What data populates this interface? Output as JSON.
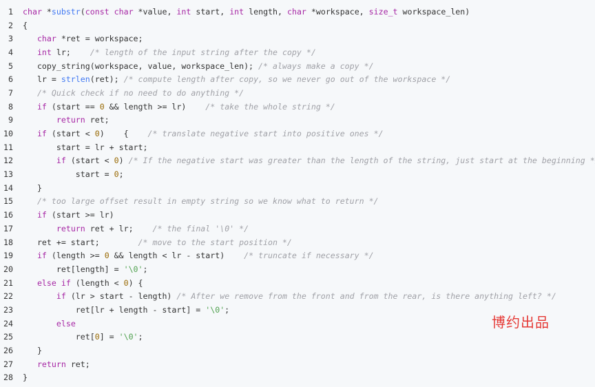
{
  "colors": {
    "background": "#f6f8fa",
    "text": "#333333",
    "keyword": "#a626a4",
    "function": "#4078f2",
    "number": "#986801",
    "string": "#50a14f",
    "comment": "#a0a1a7",
    "watermark": "#e53935"
  },
  "code": {
    "lines": [
      {
        "n": "1",
        "tokens": [
          [
            "kw",
            "char"
          ],
          [
            "p",
            " *"
          ],
          [
            "fn",
            "substr"
          ],
          [
            "p",
            "("
          ],
          [
            "kw",
            "const"
          ],
          [
            "p",
            " "
          ],
          [
            "kw",
            "char"
          ],
          [
            "p",
            " *value, "
          ],
          [
            "kw",
            "int"
          ],
          [
            "p",
            " start, "
          ],
          [
            "kw",
            "int"
          ],
          [
            "p",
            " length, "
          ],
          [
            "kw",
            "char"
          ],
          [
            "p",
            " *workspace, "
          ],
          [
            "kw",
            "size_t"
          ],
          [
            "p",
            " workspace_len)"
          ]
        ]
      },
      {
        "n": "2",
        "tokens": [
          [
            "p",
            "{"
          ]
        ]
      },
      {
        "n": "3",
        "tokens": [
          [
            "p",
            "   "
          ],
          [
            "kw",
            "char"
          ],
          [
            "p",
            " *ret = workspace;"
          ]
        ]
      },
      {
        "n": "4",
        "tokens": [
          [
            "p",
            "   "
          ],
          [
            "kw",
            "int"
          ],
          [
            "p",
            " lr;    "
          ],
          [
            "com",
            "/* length of the input string after the copy */"
          ]
        ]
      },
      {
        "n": "5",
        "tokens": [
          [
            "p",
            "   copy_string(workspace, value, workspace_len); "
          ],
          [
            "com",
            "/* always make a copy */"
          ]
        ]
      },
      {
        "n": "6",
        "tokens": [
          [
            "p",
            "   lr = "
          ],
          [
            "fn",
            "strlen"
          ],
          [
            "p",
            "(ret); "
          ],
          [
            "com",
            "/* compute length after copy, so we never go out of the workspace */"
          ]
        ]
      },
      {
        "n": "7",
        "tokens": [
          [
            "p",
            "   "
          ],
          [
            "com",
            "/* Quick check if no need to do anything */"
          ]
        ]
      },
      {
        "n": "8",
        "tokens": [
          [
            "p",
            "   "
          ],
          [
            "kw",
            "if"
          ],
          [
            "p",
            " (start == "
          ],
          [
            "num",
            "0"
          ],
          [
            "p",
            " && length >= lr)    "
          ],
          [
            "com",
            "/* take the whole string */"
          ]
        ]
      },
      {
        "n": "9",
        "tokens": [
          [
            "p",
            "       "
          ],
          [
            "kw",
            "return"
          ],
          [
            "p",
            " ret;"
          ]
        ]
      },
      {
        "n": "10",
        "tokens": [
          [
            "p",
            "   "
          ],
          [
            "kw",
            "if"
          ],
          [
            "p",
            " (start < "
          ],
          [
            "num",
            "0"
          ],
          [
            "p",
            ")    {    "
          ],
          [
            "com",
            "/* translate negative start into positive ones */"
          ]
        ]
      },
      {
        "n": "11",
        "tokens": [
          [
            "p",
            "       start = lr + start;"
          ]
        ]
      },
      {
        "n": "12",
        "tokens": [
          [
            "p",
            "       "
          ],
          [
            "kw",
            "if"
          ],
          [
            "p",
            " (start < "
          ],
          [
            "num",
            "0"
          ],
          [
            "p",
            ") "
          ],
          [
            "com",
            "/* If the negative start was greater than the length of the string, just start at the beginning */"
          ]
        ]
      },
      {
        "n": "13",
        "tokens": [
          [
            "p",
            "           start = "
          ],
          [
            "num",
            "0"
          ],
          [
            "p",
            ";"
          ]
        ]
      },
      {
        "n": "14",
        "tokens": [
          [
            "p",
            "   }"
          ]
        ]
      },
      {
        "n": "15",
        "tokens": [
          [
            "p",
            "   "
          ],
          [
            "com",
            "/* too large offset result in empty string so we know what to return */"
          ]
        ]
      },
      {
        "n": "16",
        "tokens": [
          [
            "p",
            "   "
          ],
          [
            "kw",
            "if"
          ],
          [
            "p",
            " (start >= lr)"
          ]
        ]
      },
      {
        "n": "17",
        "tokens": [
          [
            "p",
            "       "
          ],
          [
            "kw",
            "return"
          ],
          [
            "p",
            " ret + lr;    "
          ],
          [
            "com",
            "/* the final '\\0' */"
          ]
        ]
      },
      {
        "n": "18",
        "tokens": [
          [
            "p",
            "   ret += start;        "
          ],
          [
            "com",
            "/* move to the start position */"
          ]
        ]
      },
      {
        "n": "19",
        "tokens": [
          [
            "p",
            "   "
          ],
          [
            "kw",
            "if"
          ],
          [
            "p",
            " (length >= "
          ],
          [
            "num",
            "0"
          ],
          [
            "p",
            " && length < lr - start)    "
          ],
          [
            "com",
            "/* truncate if necessary */"
          ]
        ]
      },
      {
        "n": "20",
        "tokens": [
          [
            "p",
            "       ret[length] = "
          ],
          [
            "str",
            "'\\0'"
          ],
          [
            "p",
            ";"
          ]
        ]
      },
      {
        "n": "21",
        "tokens": [
          [
            "p",
            "   "
          ],
          [
            "kw",
            "else"
          ],
          [
            "p",
            " "
          ],
          [
            "kw",
            "if"
          ],
          [
            "p",
            " (length < "
          ],
          [
            "num",
            "0"
          ],
          [
            "p",
            ") {"
          ]
        ]
      },
      {
        "n": "22",
        "tokens": [
          [
            "p",
            "       "
          ],
          [
            "kw",
            "if"
          ],
          [
            "p",
            " (lr > start - length) "
          ],
          [
            "com",
            "/* After we remove from the front and from the rear, is there anything left? */"
          ]
        ]
      },
      {
        "n": "23",
        "tokens": [
          [
            "p",
            "           ret[lr + length - start] = "
          ],
          [
            "str",
            "'\\0'"
          ],
          [
            "p",
            ";"
          ]
        ]
      },
      {
        "n": "24",
        "tokens": [
          [
            "p",
            "       "
          ],
          [
            "kw",
            "else"
          ]
        ]
      },
      {
        "n": "25",
        "tokens": [
          [
            "p",
            "           ret["
          ],
          [
            "num",
            "0"
          ],
          [
            "p",
            "] = "
          ],
          [
            "str",
            "'\\0'"
          ],
          [
            "p",
            ";"
          ]
        ]
      },
      {
        "n": "26",
        "tokens": [
          [
            "p",
            "   }"
          ]
        ]
      },
      {
        "n": "27",
        "tokens": [
          [
            "p",
            "   "
          ],
          [
            "kw",
            "return"
          ],
          [
            "p",
            " ret;"
          ]
        ]
      },
      {
        "n": "28",
        "tokens": [
          [
            "p",
            "}"
          ]
        ]
      }
    ]
  },
  "watermark": {
    "text": "博约出品"
  }
}
